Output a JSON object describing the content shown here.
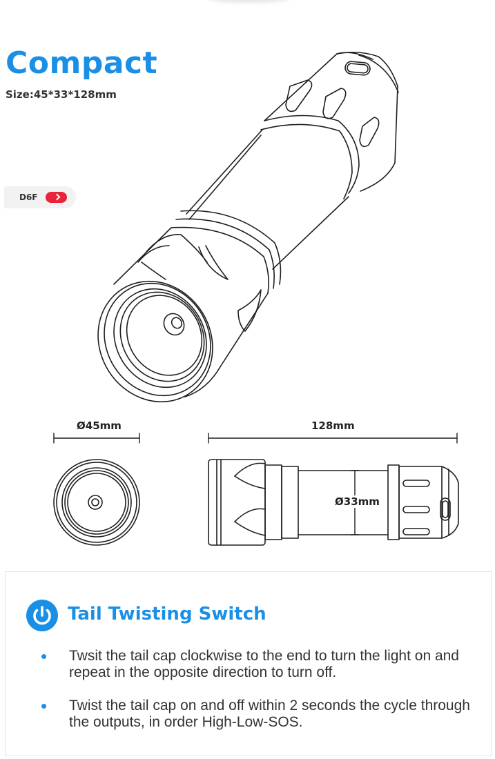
{
  "header": {
    "title": "Compact",
    "size_text": "Size:45*33*128mm"
  },
  "model_chip": {
    "label": "D6F",
    "arrow_icon": "chevron-right-icon"
  },
  "dimensions": {
    "diameter_head": "Ø45mm",
    "length": "128mm",
    "diameter_body": "Ø33mm"
  },
  "feature": {
    "icon": "power-icon",
    "title": "Tail Twisting Switch",
    "points": [
      "Twsit the tail cap clockwise to the end to turn the light on and repeat in the opposite direction to turn off.",
      "Twist the tail cap on and off within 2 seconds the cycle through the outputs, in order High-Low-SOS."
    ]
  },
  "colors": {
    "accent": "#1a8fe6",
    "chip_button": "#e8233a",
    "line_art": "#1e1e1e"
  }
}
